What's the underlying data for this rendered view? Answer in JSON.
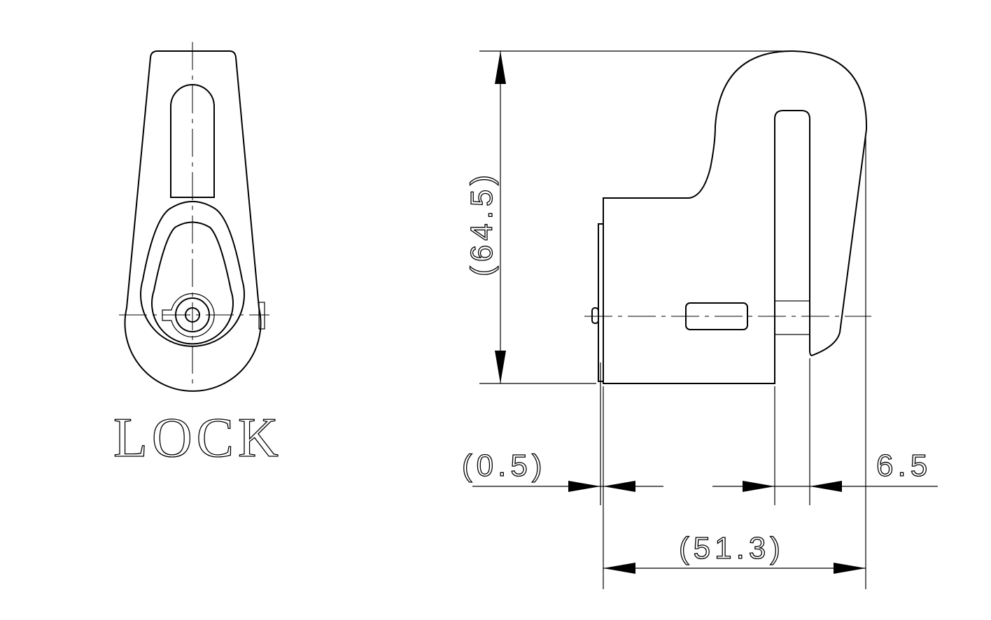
{
  "title": "LOCK",
  "dimensions": {
    "height": "(64.5)",
    "cap_offset": "(0.5)",
    "pin_width": "6.5",
    "total_width": "(51.3)"
  },
  "colors": {
    "line": "#000000",
    "background": "#ffffff"
  }
}
